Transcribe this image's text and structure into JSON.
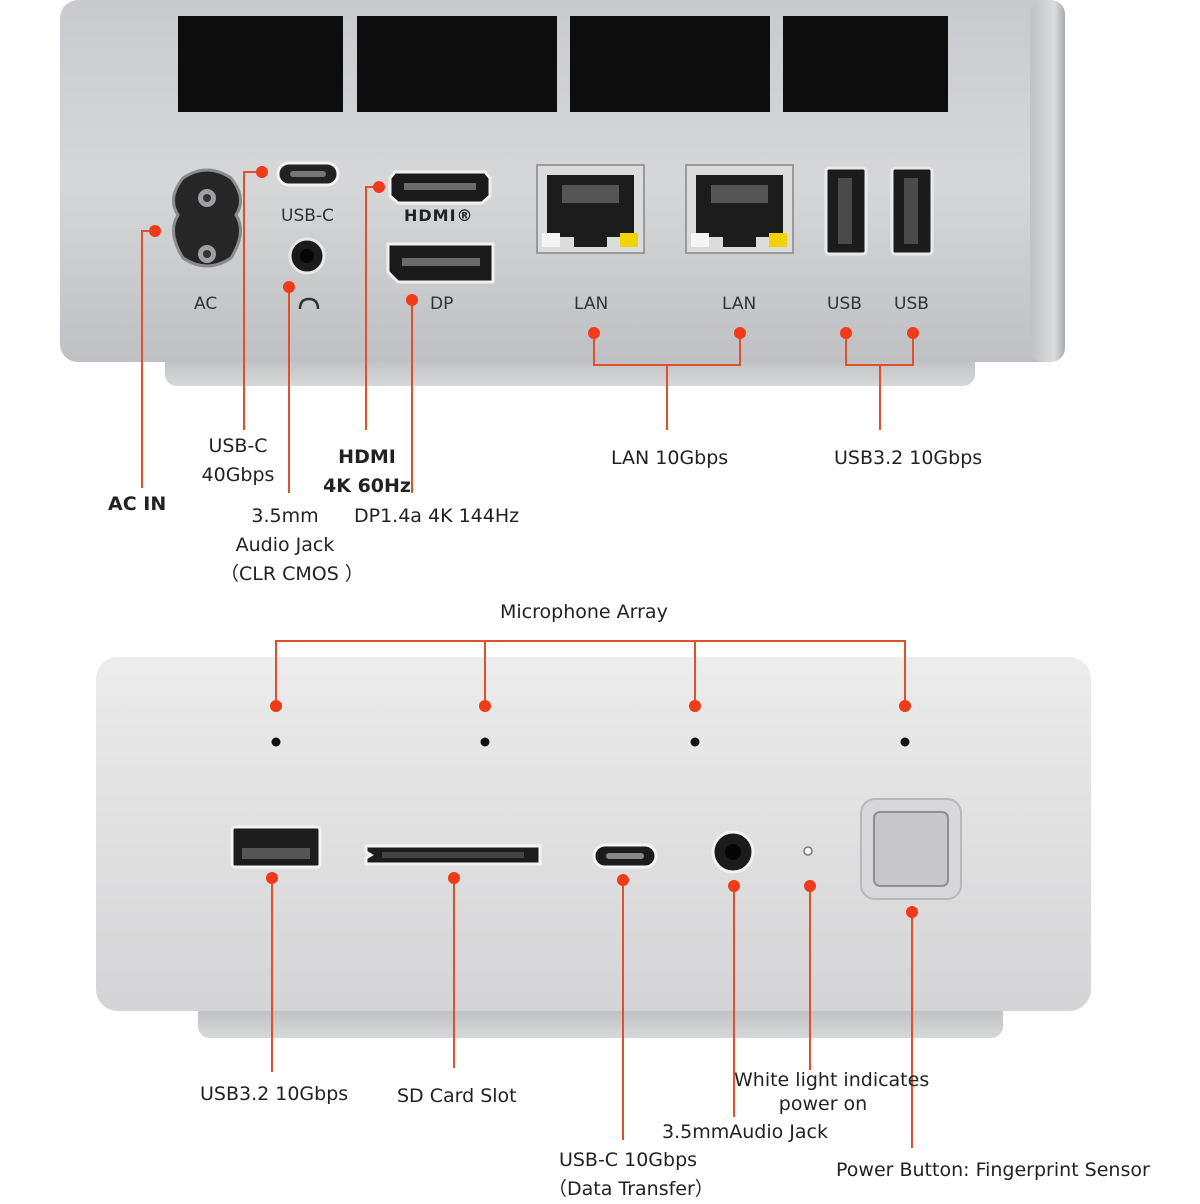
{
  "rear_panel": {
    "port_labels": {
      "usb_c": "USB-C",
      "ac": "AC",
      "hdmi_logo": "HDMI®",
      "dp": "DP",
      "lan_1": "LAN",
      "lan_2": "LAN",
      "usb_1": "USB",
      "usb_2": "USB"
    },
    "callouts": {
      "ac_in": "AC IN",
      "usb_c": [
        "USB-C",
        "40Gbps"
      ],
      "audio": [
        "3.5mm",
        "Audio Jack",
        "（CLR CMOS ）"
      ],
      "hdmi": [
        "HDMI",
        "4K 60Hz"
      ],
      "dp": "DP1.4a 4K 144Hz",
      "lan": "LAN 10Gbps",
      "usb": "USB3.2 10Gbps"
    }
  },
  "front_panel": {
    "callouts": {
      "microphone": "Microphone Array",
      "usb": "USB3.2 10Gbps",
      "sd": "SD Card Slot",
      "usb_c": [
        "USB-C 10Gbps",
        "（Data Transfer）"
      ],
      "audio": "3.5mmAudio Jack",
      "led": [
        "White light indicates",
        "power on"
      ],
      "power": "Power Button: Fingerprint Sensor"
    }
  },
  "colors": {
    "callout_dot": "#f03a1a",
    "callout_line": "#e0502a",
    "chassis_light": "#d9dadc",
    "chassis_dark": "#a9abae",
    "port_dark": "#1c1c1c",
    "vent": "#0d0d0d"
  }
}
